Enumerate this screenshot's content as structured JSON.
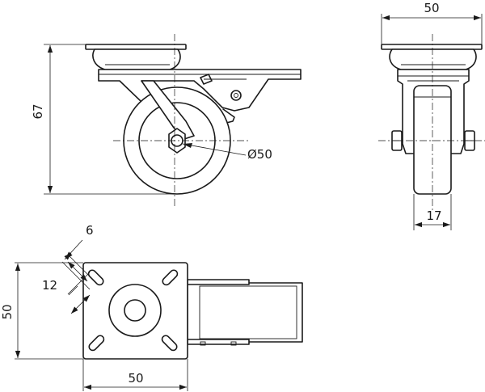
{
  "dimensions": {
    "side_height": "67",
    "wheel_diameter": "Ø50",
    "front_width": "50",
    "wheel_width": "17",
    "plate_hole_width": "6",
    "plate_hole_length": "12",
    "plate_height": "50",
    "plate_width": "50"
  }
}
